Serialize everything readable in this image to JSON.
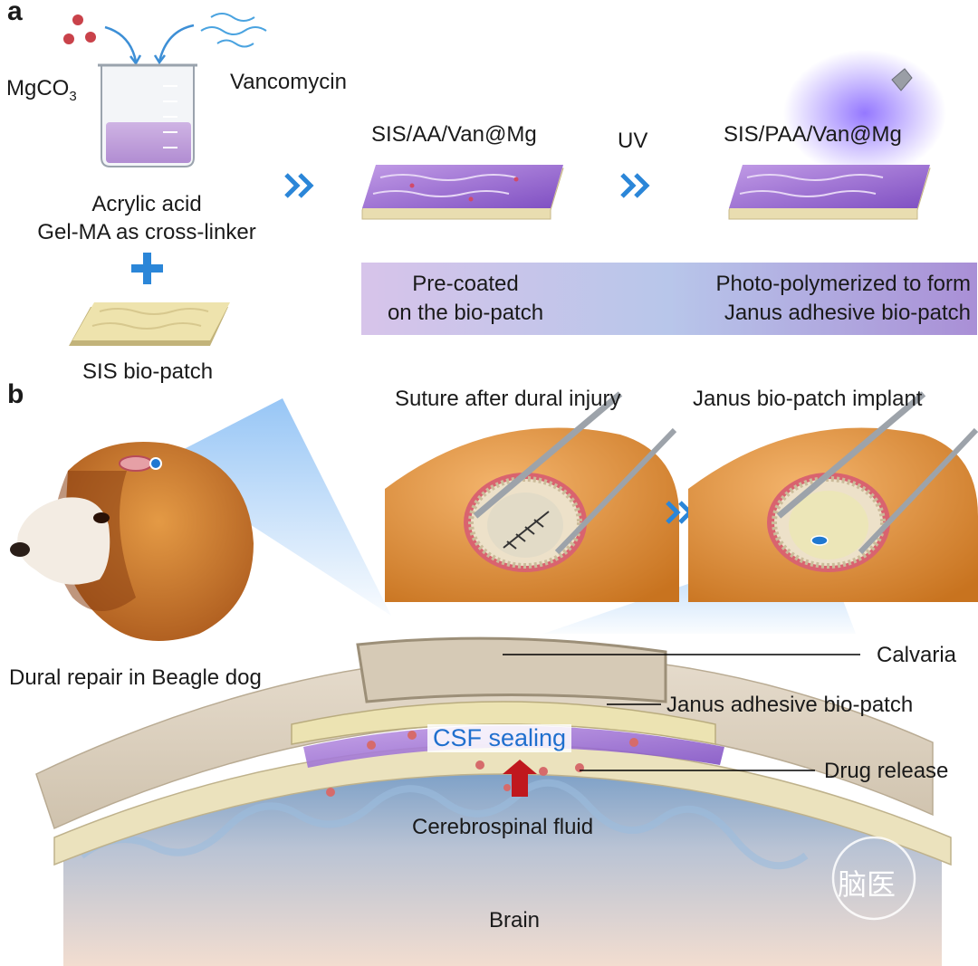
{
  "panel_a": {
    "letter": "a",
    "mgco3_main": "MgCO",
    "mgco3_sub": "3",
    "vancomycin": "Vancomycin",
    "acrylic_acid": "Acrylic acid",
    "gelma": "Gel-MA as cross-linker",
    "sis_patch": "SIS bio-patch",
    "step1_title": "SIS/AA/Van@Mg",
    "uv": "UV",
    "step2_title": "SIS/PAA/Van@Mg",
    "bar_left_1": "Pre-coated",
    "bar_left_2": "on the bio-patch",
    "bar_right_1": "Photo-polymerized to form",
    "bar_right_2": "Janus adhesive bio-patch"
  },
  "panel_b": {
    "letter": "b",
    "suture": "Suture after dural injury",
    "implant": "Janus bio-patch implant",
    "dog": "Dural repair in Beagle dog",
    "calvaria": "Calvaria",
    "janus": "Janus adhesive bio-patch",
    "csf_sealing": "CSF sealing",
    "drug_release": "Drug release",
    "csf": "Cerebrospinal fluid",
    "brain": "Brain",
    "watermark": "脑医"
  },
  "colors": {
    "accent_blue": "#1f78d1",
    "gel_purple": "#8d57c9",
    "patch_yellow": "#ece3b2",
    "bone": "#d9cdbb",
    "arrow_red": "#c0181e",
    "dog_orange": "#d9862f"
  }
}
